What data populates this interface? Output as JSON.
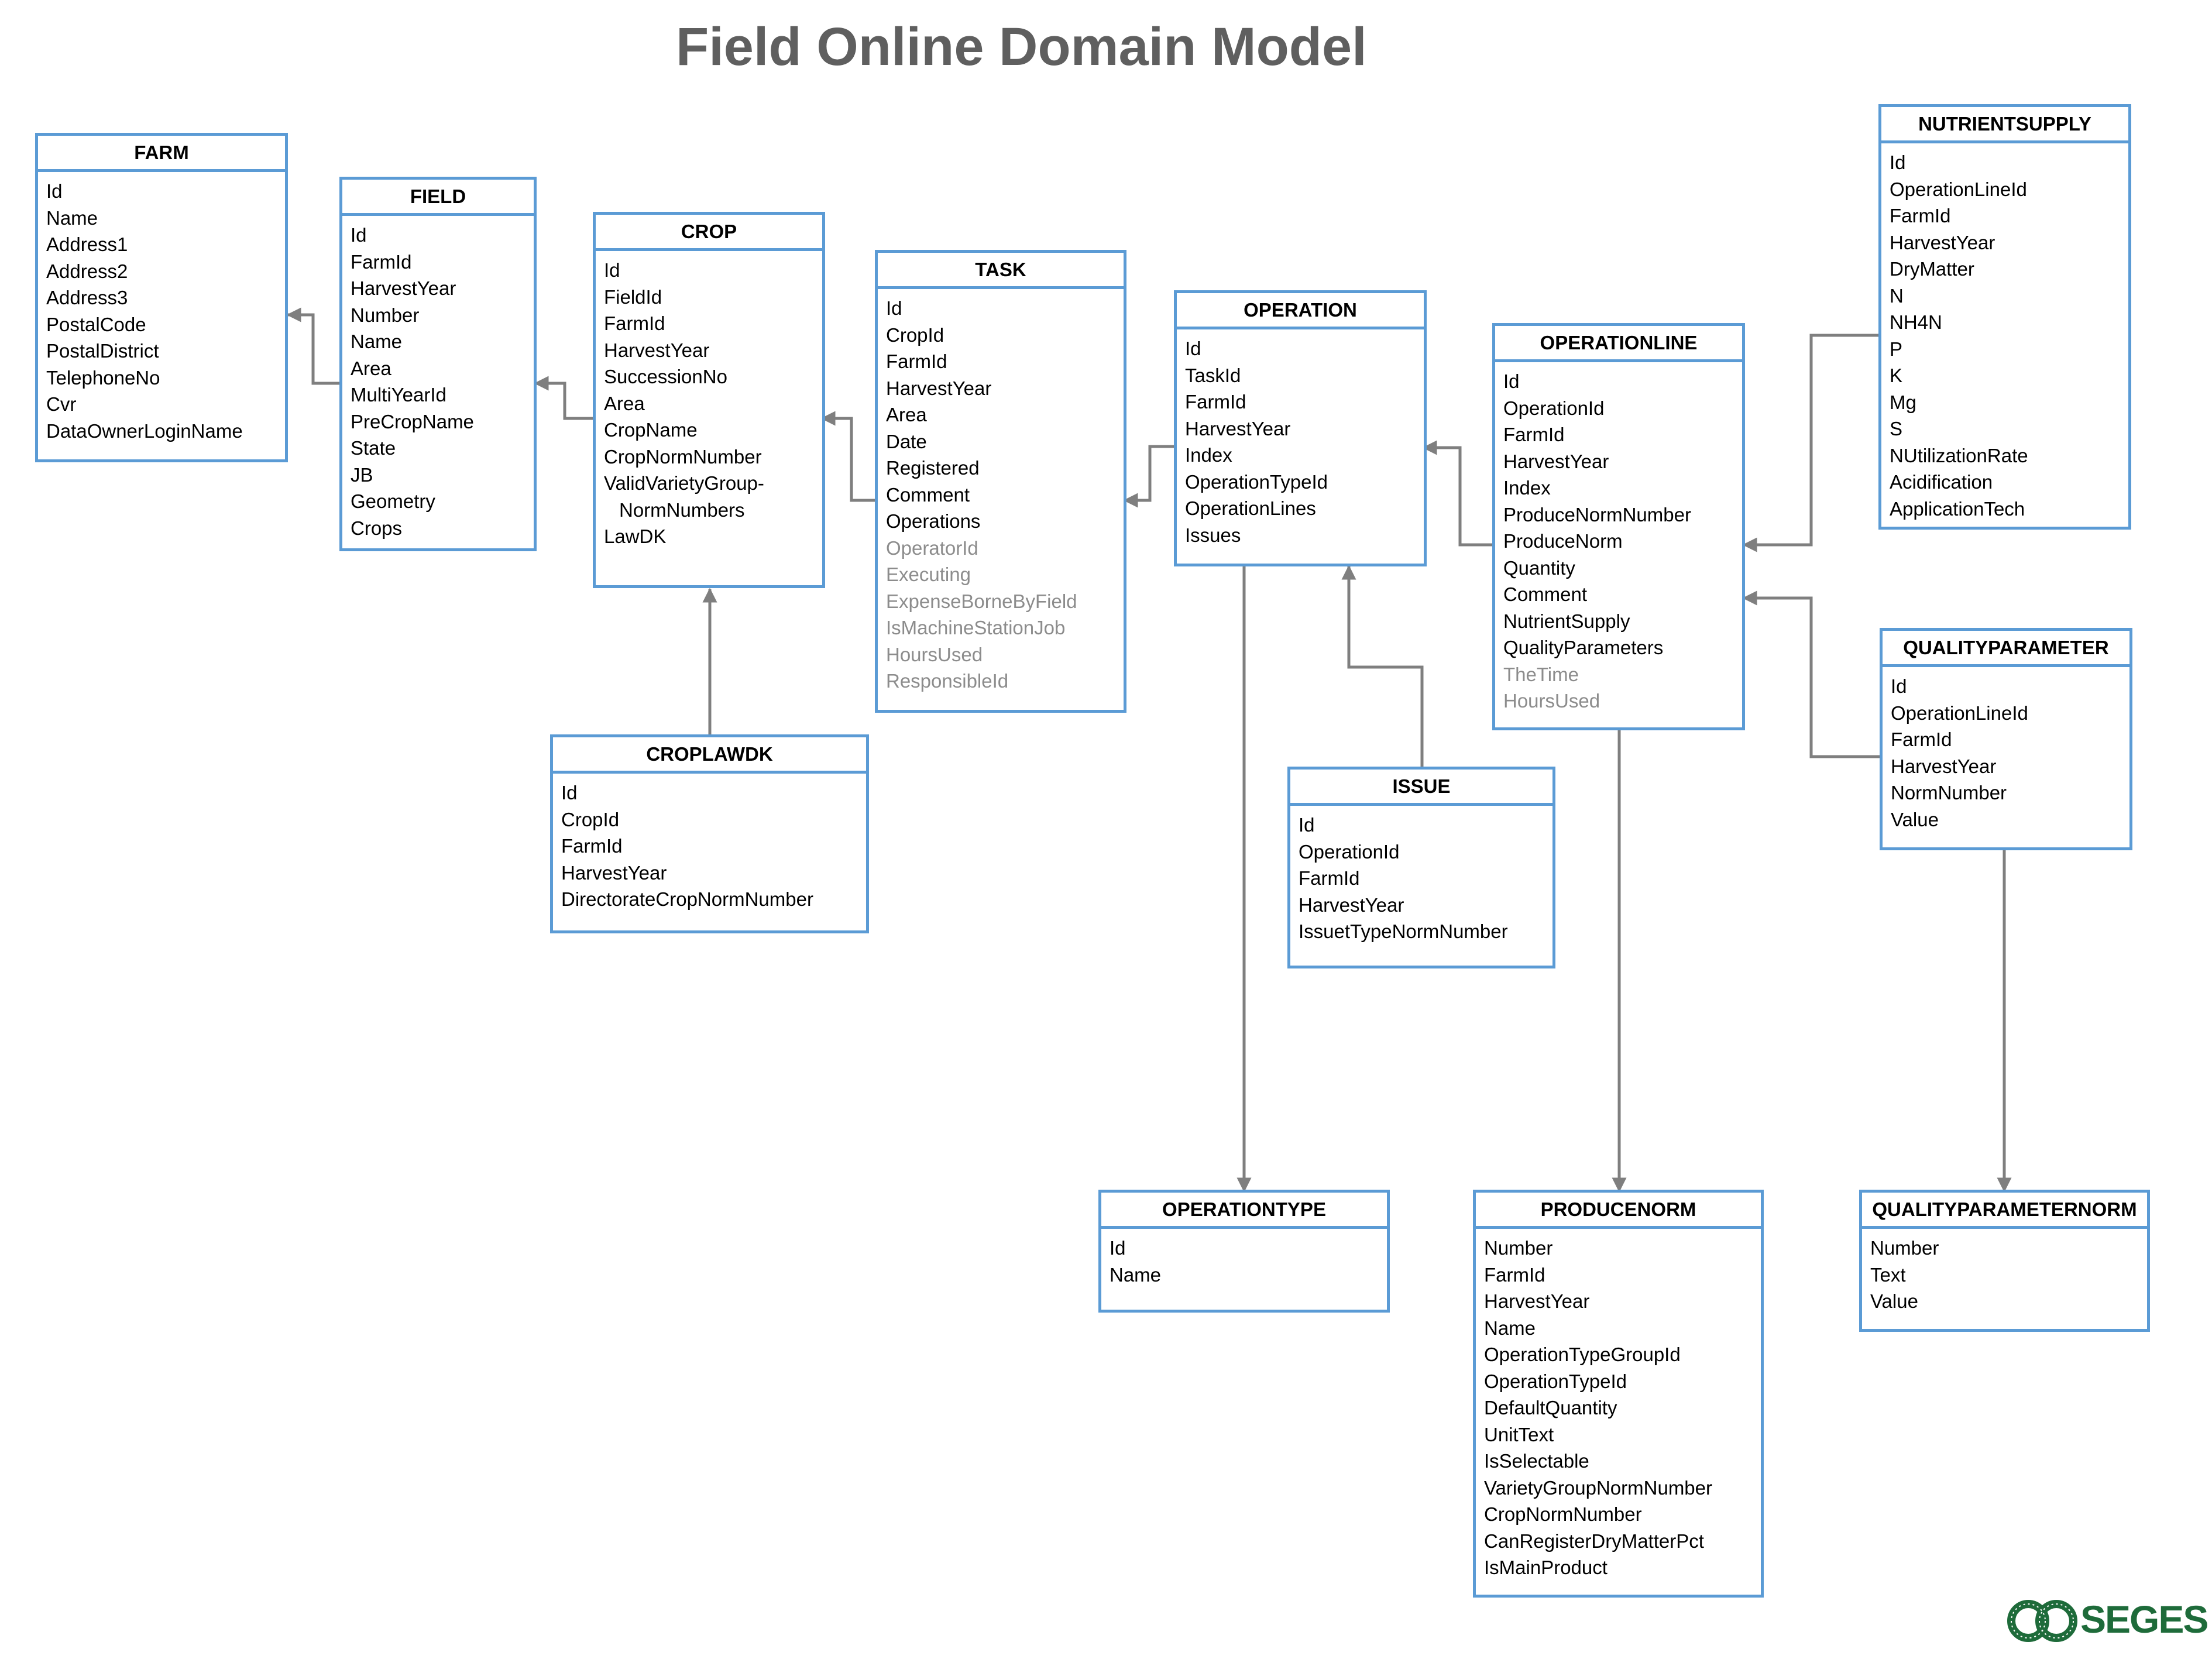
{
  "title": "Field Online Domain Model",
  "colors": {
    "entity_border": "#5b9bd5",
    "connector": "#7f7f7f",
    "secondary_field": "#8c8c8c",
    "title": "#5f5f5f",
    "logo": "#1e6b3a"
  },
  "entities": {
    "farm": {
      "name": "FARM",
      "fields": [
        "Id",
        "Name",
        "Address1",
        "Address2",
        "Address3",
        "PostalCode",
        "PostalDistrict",
        "TelephoneNo",
        "Cvr",
        "DataOwnerLoginName"
      ]
    },
    "field": {
      "name": "FIELD",
      "fields": [
        "Id",
        "FarmId",
        "HarvestYear",
        "Number",
        "Name",
        "Area",
        "MultiYearId",
        "PreCropName",
        "State",
        "JB",
        "Geometry",
        "Crops"
      ]
    },
    "crop": {
      "name": "CROP",
      "fields": [
        "Id",
        "FieldId",
        "FarmId",
        "HarvestYear",
        "SuccessionNo",
        "Area",
        "CropName",
        "CropNormNumber",
        "ValidVarietyGroup-",
        "NormNumbers",
        "LawDK"
      ]
    },
    "task": {
      "name": "TASK",
      "fields": [
        "Id",
        "CropId",
        "FarmId",
        "HarvestYear",
        "Area",
        "Date",
        "Registered",
        "Comment",
        "Operations"
      ],
      "secondary_fields": [
        "OperatorId",
        "Executing",
        "ExpenseBorneByField",
        "IsMachineStationJob",
        "HoursUsed",
        "ResponsibleId"
      ]
    },
    "operation": {
      "name": "OPERATION",
      "fields": [
        "Id",
        "TaskId",
        "FarmId",
        "HarvestYear",
        "Index",
        "OperationTypeId",
        "OperationLines",
        "Issues"
      ]
    },
    "operationline": {
      "name": "OPERATIONLINE",
      "fields": [
        "Id",
        "OperationId",
        "FarmId",
        "HarvestYear",
        "Index",
        "ProduceNormNumber",
        "ProduceNorm",
        "Quantity",
        "Comment",
        "NutrientSupply",
        "QualityParameters"
      ],
      "secondary_fields": [
        "TheTime",
        "HoursUsed"
      ]
    },
    "nutrientsupply": {
      "name": "NUTRIENTSUPPLY",
      "fields": [
        "Id",
        "OperationLineId",
        "FarmId",
        "HarvestYear",
        "DryMatter",
        "N",
        "NH4N",
        "P",
        "K",
        "Mg",
        "S",
        "NUtilizationRate",
        "Acidification",
        "ApplicationTech"
      ]
    },
    "qualityparameter": {
      "name": "QUALITYPARAMETER",
      "fields": [
        "Id",
        "OperationLineId",
        "FarmId",
        "HarvestYear",
        "NormNumber",
        "Value"
      ]
    },
    "croplawdk": {
      "name": "CROPLAWDK",
      "fields": [
        "Id",
        "CropId",
        "FarmId",
        "HarvestYear",
        "DirectorateCropNormNumber"
      ]
    },
    "issue": {
      "name": "ISSUE",
      "fields": [
        "Id",
        "OperationId",
        "FarmId",
        "HarvestYear",
        "IssuetTypeNormNumber"
      ]
    },
    "operationtype": {
      "name": "OPERATIONTYPE",
      "fields": [
        "Id",
        "Name"
      ]
    },
    "producenorm": {
      "name": "PRODUCENORM",
      "fields": [
        "Number",
        "FarmId",
        "HarvestYear",
        "Name",
        "OperationTypeGroupId",
        "OperationTypeId",
        "DefaultQuantity",
        "UnitText",
        "IsSelectable",
        "VarietyGroupNormNumber",
        "CropNormNumber",
        "CanRegisterDryMatterPct",
        "IsMainProduct"
      ]
    },
    "qualityparameternorm": {
      "name": "QUALITYPARAMETERNORM",
      "fields": [
        "Number",
        "Text",
        "Value"
      ]
    }
  },
  "logo": {
    "text": "SEGES",
    "icon": "seges-rings-icon"
  }
}
